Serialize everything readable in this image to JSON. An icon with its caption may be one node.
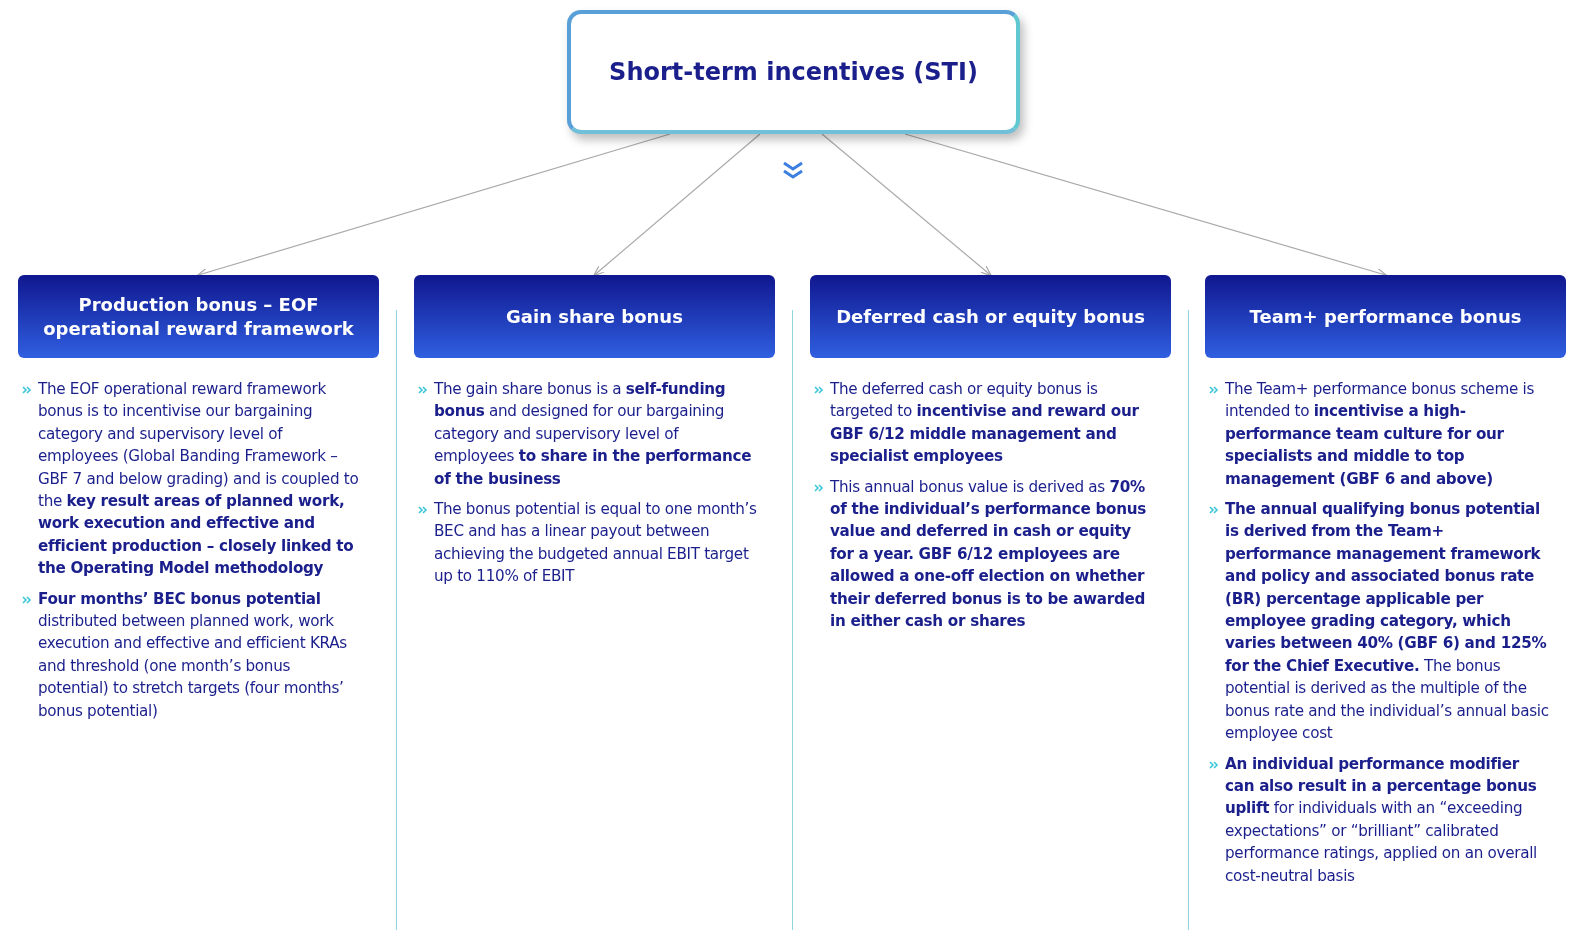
{
  "diagram": {
    "nodes": [
      {
        "text": [
          "Short-term incentives (STI)"
        ]
      },
      {
        "text": [
          "Production bonus – EOF operational reward framework"
        ],
        "beside": [
          "The EOF operational reward framework bonus is to incentivise our bargaining category and supervisory level of employees (Global Banding Framework – GBF 7 and below grading) and is coupled to the **key result areas of planned work, work execution and effective and efficient production – closely linked to the Operating Model methodology**",
          "**Four months’ BEC bonus potential** distributed between planned work, work execution and effective and efficient KRAs and threshold (one month’s bonus potential) to stretch targets (four months’ bonus potential)"
        ]
      },
      {
        "text": [
          "Gain share bonus"
        ],
        "beside": [
          "The gain share bonus is a **self-funding bonus** and designed for our bargaining category and supervisory level of employees **to share in the performance of the business**",
          "The bonus potential is equal to one month’s BEC and has a linear payout between achieving the budgeted annual EBIT target up to 110% of EBIT"
        ]
      },
      {
        "text": [
          "Deferred cash or equity bonus"
        ],
        "beside": [
          "The deferred cash or equity bonus is targeted to **incentivise and reward our GBF 6/12 middle management and specialist employees**",
          "This annual bonus value is derived as **70% of the individual’s performance bonus value and deferred in cash or equity for a year. GBF 6/12 employees are allowed a one-off election on whether their deferred bonus is to be awarded in either cash or shares**"
        ]
      },
      {
        "text": [
          "Team+ performance bonus"
        ],
        "beside": [
          "The Team+ performance bonus scheme is intended to **incentivise a high-performance team culture for our specialists and middle to top management (GBF 6 and above)**",
          "**The annual qualifying bonus potential is derived from the Team+ performance management framework and policy and associated bonus rate (BR) percentage applicable per employee grading category, which varies between 40% (GBF 6) and 125% for the Chief Executive.** The bonus potential is derived as the multiple of the bonus rate and the individual’s annual basic employee cost",
          "**An individual performance modifier can also result in a percentage bonus uplift** for individuals with an “exceeding expectations” or “brilliant” calibrated performance ratings, applied on an overall cost-neutral basis"
        ]
      }
    ],
    "edges": [
      {
        "from": 0,
        "to": 1,
        "arrow": "to"
      },
      {
        "from": 0,
        "to": 2,
        "arrow": "to"
      },
      {
        "from": 0,
        "to": 3,
        "arrow": "to"
      },
      {
        "from": 0,
        "to": 4,
        "arrow": "to"
      }
    ]
  }
}
